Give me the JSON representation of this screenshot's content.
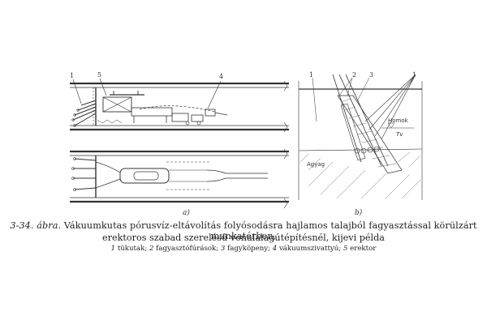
{
  "figure": {
    "label_number": "3-34.",
    "label_word": "ábra.",
    "title_line1": "Vákuumkutas pórusvíz-eltávolítás folyósodásra hajlamos talajból fagyasztással körülzárt munkatérben,",
    "title_line2": "erektoros szabad szerelésű vonalalagútépítésnél, kijevi példa"
  },
  "legend": [
    {
      "num": "1",
      "text": "tükutak;"
    },
    {
      "num": "2",
      "text": "fagyasztófúrások;"
    },
    {
      "num": "3",
      "text": "fagyköpeny;"
    },
    {
      "num": "4",
      "text": "vákuumszivattyú;"
    },
    {
      "num": "5",
      "text": "erektor"
    }
  ],
  "panels": {
    "a": {
      "caption": "a)",
      "callouts": {
        "c1": "1",
        "c5": "5",
        "c4": "4"
      }
    },
    "b": {
      "caption": "b)",
      "callouts": {
        "c1_left": "1",
        "c2": "2",
        "c3": "3",
        "c1_right": "1"
      },
      "soil_sand": "Homok",
      "water_table": "Tv",
      "soil_clay": "Agyag"
    }
  },
  "colors": {
    "ink": "#333333",
    "paper": "#ffffff"
  }
}
